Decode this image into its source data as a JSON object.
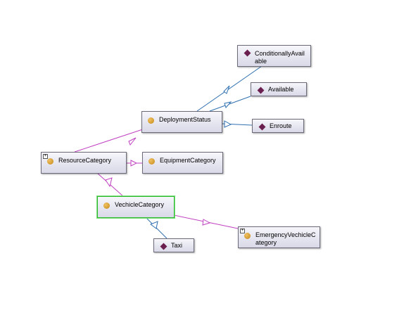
{
  "diagram": {
    "classes": {
      "resource_category": "ResourceCategory",
      "deployment_status": "DeploymentStatus",
      "equipment_category": "EquipmentCategory",
      "vehicle_category": "VechicleCategory",
      "emergency_vehicle_category": "EmergencyVechicleCategory"
    },
    "individuals": {
      "conditionally_available": "ConditionallyAvailable",
      "available": "Available",
      "enroute": "Enroute",
      "taxi": "Taxi"
    },
    "colors": {
      "subclass_edge": "#c040c0",
      "instance_edge": "#3070b0",
      "class_dot": "#d4a030",
      "individual_diamond": "#6a1f4f",
      "selected_border": "#2db82d"
    }
  }
}
